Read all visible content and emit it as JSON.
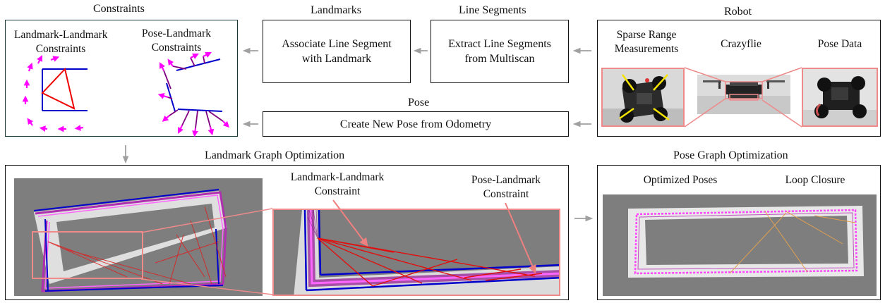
{
  "sections": {
    "constraints": "Constraints",
    "landmarks": "Landmarks",
    "line_segments": "Line Segments",
    "robot": "Robot",
    "pose": "Pose",
    "landmark_graph": "Landmark Graph Optimization",
    "pose_graph": "Pose Graph Optimization"
  },
  "boxes": {
    "associate": [
      "Associate Line Segment",
      "with Landmark"
    ],
    "extract": [
      "Extract Line Segments",
      "from Multiscan"
    ],
    "create_pose": "Create New Pose from Odometry"
  },
  "constraints_panel": {
    "landmark_landmark": [
      "Landmark-Landmark",
      "Constraints"
    ],
    "pose_landmark": [
      "Pose-Landmark",
      "Constraints"
    ]
  },
  "robot_panel": {
    "sparse_range": [
      "Sparse Range",
      "Measurements"
    ],
    "crazyflie": "Crazyflie",
    "pose_data": "Pose Data"
  },
  "landmark_graph_panel": {
    "ll_constraint": [
      "Landmark-Landmark",
      "Constraint"
    ],
    "pl_constraint": [
      "Pose-Landmark",
      "Constraint"
    ]
  },
  "pose_graph_panel": {
    "optimized_poses": "Optimized Poses",
    "loop_closure": "Loop Closure"
  },
  "colors": {
    "magenta": "#ff00ff",
    "purple": "#800080",
    "blue": "#0000cc",
    "red": "#ee0000",
    "salmon": "#f08080",
    "arrow_gray": "#a0a0a0",
    "panel_border": "#1a3a3a",
    "orange": "#e0a050"
  }
}
